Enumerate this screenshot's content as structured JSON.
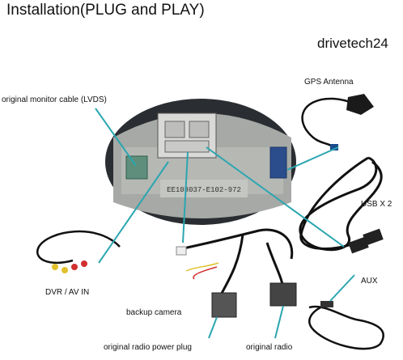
{
  "header": {
    "title": "Installation(PLUG and PLAY)",
    "brand": "drivetech24"
  },
  "unit": {
    "part_number": "EE108037-E102-972"
  },
  "labels": {
    "monitor_cable": "original monitor cable (LVDS)",
    "gps": "GPS Antenna",
    "usb": "USB X 2",
    "dvr": "DVR / AV IN",
    "aux": "AUX",
    "backup": "backup camera",
    "power_plug": "original radio power plug",
    "radio": "original radio"
  },
  "colors": {
    "pointer": "#2aa6b0"
  }
}
